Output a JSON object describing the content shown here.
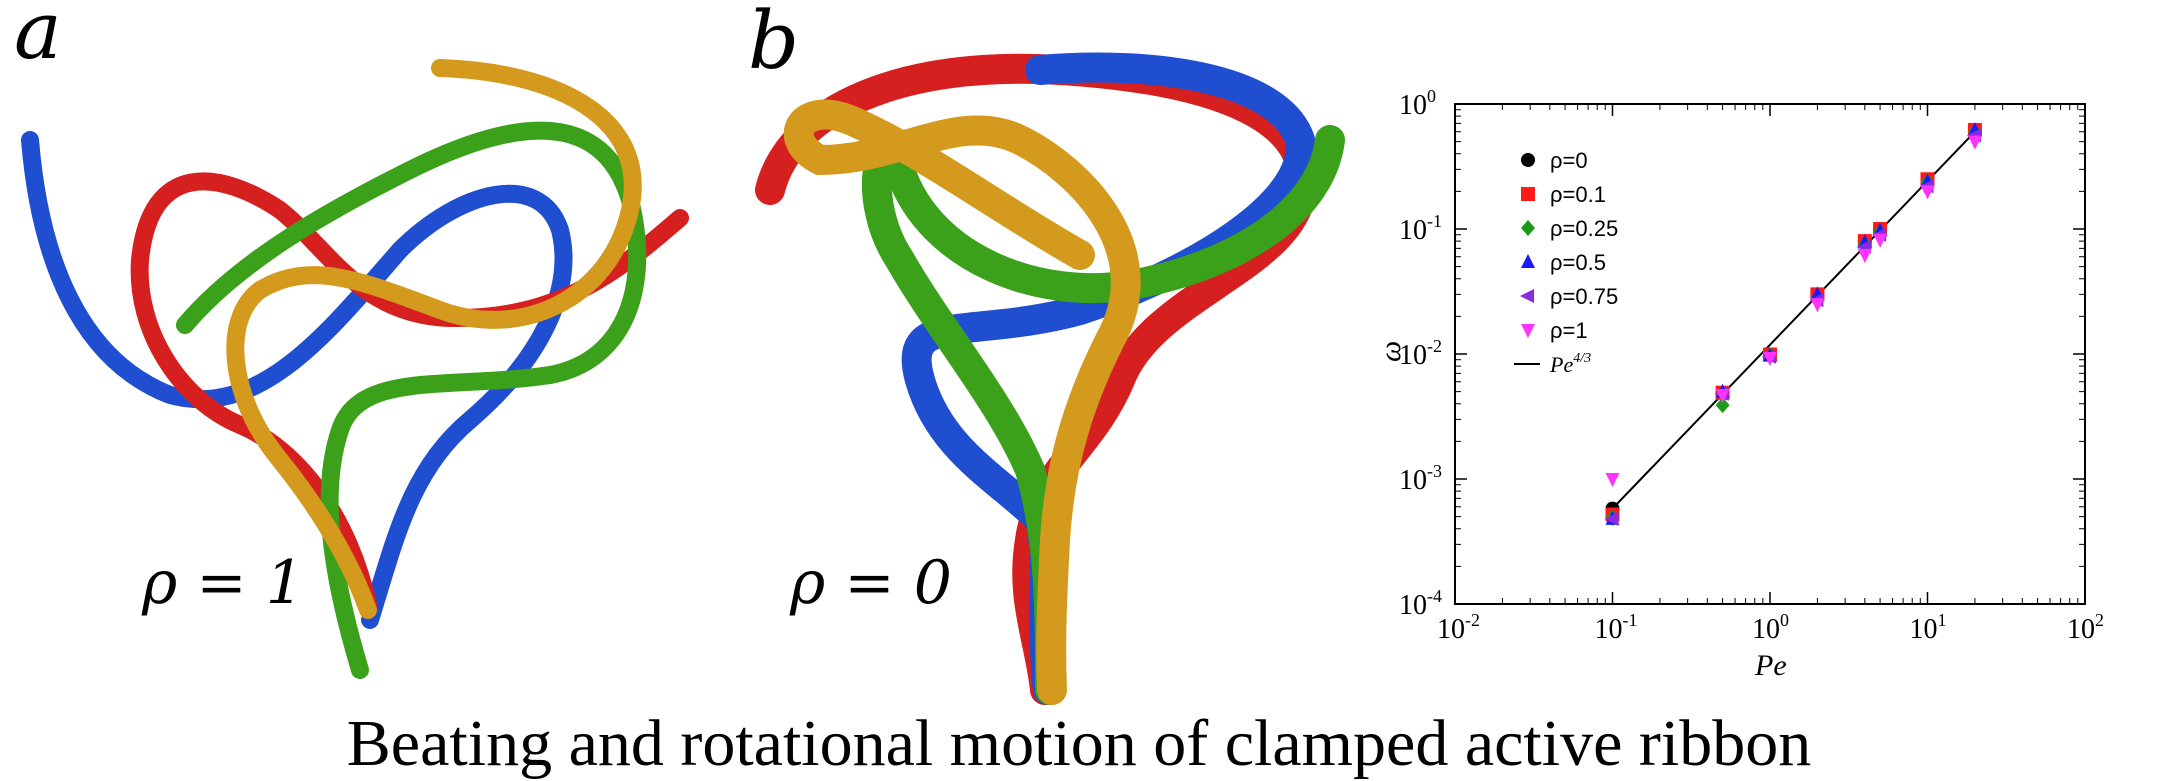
{
  "panels": {
    "a": {
      "letter": "a",
      "rho_label": "ρ = 1"
    },
    "b": {
      "letter": "b",
      "rho_label": "ρ = 0"
    }
  },
  "ribbon_colors": {
    "red": "#d61f1f",
    "blue": "#1f4fd0",
    "green": "#3ba01a",
    "orange": "#d49a1e"
  },
  "caption": "Beating and rotational motion of clamped active ribbon",
  "chart_data": {
    "type": "scatter",
    "xlabel": "Pe",
    "ylabel": "ω",
    "xscale": "log",
    "yscale": "log",
    "xlim": [
      0.01,
      100
    ],
    "ylim": [
      0.0001,
      1
    ],
    "x_ticks": [
      {
        "base": "10",
        "exp": "-2"
      },
      {
        "base": "10",
        "exp": "-1"
      },
      {
        "base": "10",
        "exp": "0"
      },
      {
        "base": "10",
        "exp": "1"
      },
      {
        "base": "10",
        "exp": "2"
      }
    ],
    "y_ticks": [
      {
        "base": "10",
        "exp": "0"
      },
      {
        "base": "10",
        "exp": "-1"
      },
      {
        "base": "10",
        "exp": "-2"
      },
      {
        "base": "10",
        "exp": "-3"
      },
      {
        "base": "10",
        "exp": "-4"
      }
    ],
    "legend_position": "top-left",
    "series": [
      {
        "name": "ρ=0",
        "marker": "circle",
        "color": "#000000",
        "x": [
          0.1,
          0.5,
          1,
          2,
          4,
          5,
          10,
          20
        ],
        "y": [
          0.00058,
          0.0049,
          0.0098,
          0.029,
          0.08,
          0.098,
          0.24,
          0.6
        ]
      },
      {
        "name": "ρ=0.1",
        "marker": "square",
        "color": "#ff1a1a",
        "x": [
          0.1,
          0.5,
          1,
          2,
          4,
          5,
          10,
          20
        ],
        "y": [
          0.00052,
          0.0049,
          0.0099,
          0.03,
          0.08,
          0.1,
          0.25,
          0.62
        ]
      },
      {
        "name": "ρ=0.25",
        "marker": "diamond",
        "color": "#1a9a1a",
        "x": [
          0.1,
          0.5,
          1,
          2,
          4,
          5,
          10,
          20
        ],
        "y": [
          0.00049,
          0.0039,
          0.0097,
          0.028,
          0.076,
          0.095,
          0.24,
          0.6
        ]
      },
      {
        "name": "ρ=0.5",
        "marker": "triangle-up",
        "color": "#1a1aff",
        "x": [
          0.1,
          0.5,
          1,
          2,
          4,
          5,
          10,
          20
        ],
        "y": [
          0.00048,
          0.005,
          0.0097,
          0.03,
          0.078,
          0.097,
          0.24,
          0.62
        ]
      },
      {
        "name": "ρ=0.75",
        "marker": "triangle-left",
        "color": "#8a2be2",
        "x": [
          0.1,
          0.5,
          1,
          2,
          4,
          5,
          10,
          20
        ],
        "y": [
          0.00048,
          0.0048,
          0.0095,
          0.027,
          0.072,
          0.09,
          0.22,
          0.56
        ]
      },
      {
        "name": "ρ=1",
        "marker": "triangle-down",
        "color": "#ff33ff",
        "x": [
          0.1,
          0.5,
          1,
          2,
          4,
          5,
          10,
          20
        ],
        "y": [
          0.001,
          0.0047,
          0.0093,
          0.025,
          0.062,
          0.082,
          0.2,
          0.5
        ]
      }
    ],
    "fit_line": {
      "name": "Pe",
      "name_exp": "4/3",
      "color": "#000000",
      "x": [
        0.1,
        20
      ],
      "y": [
        0.00058,
        0.6
      ]
    }
  }
}
